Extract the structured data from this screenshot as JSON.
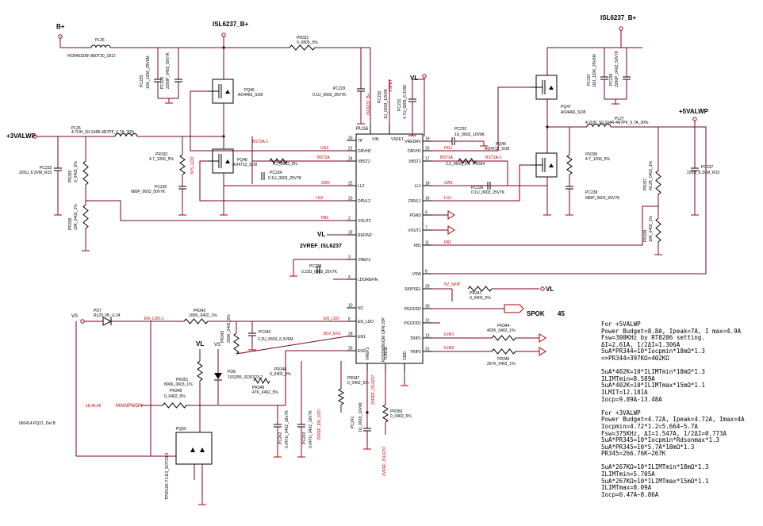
{
  "power_labels": {
    "b_plus": "B+",
    "isl_left": "ISL6237_B+",
    "isl_right": "ISL6237_B+",
    "v3valwp": "+3VALWP",
    "v5valwp": "+5VALWP",
    "vl_top": "VL",
    "vl_refin": "VL",
    "vl_right": "VL",
    "vl_bottom": "VL",
    "vs_left": "VS",
    "vs_mid": "VS",
    "spok": "SPOK",
    "spok_pin": "45",
    "vref_net": "2VREF_ISL6237",
    "mainpwon": "MAINPWON",
    "mainpwon_refs": "18,40,46",
    "date_code": "060414:PQ21 ,Del B"
  },
  "ic": {
    "ref": "PU16",
    "part": "RT8206BGQW QFN 32P",
    "left_pins": [
      {
        "num": "33",
        "name": "TP"
      },
      {
        "num": "21",
        "name": "DRVH2"
      },
      {
        "num": "24",
        "name": "VBST2"
      },
      {
        "num": "22",
        "name": "LL2"
      },
      {
        "num": "23",
        "name": "DRVL2"
      },
      {
        "num": "2",
        "name": "VOUT2"
      },
      {
        "num": "32",
        "name": "REFIN2"
      },
      {
        "num": "3",
        "name": "VREF2"
      },
      {
        "num": "4",
        "name": "LDOREFIN"
      },
      {
        "num": "10",
        "name": "NC"
      },
      {
        "num": "6",
        "name": "EN_LDO"
      },
      {
        "num": "28",
        "name": "EN1"
      },
      {
        "num": "26",
        "name": "EN2"
      }
    ],
    "right_pins": [
      {
        "num": "19",
        "name": "VREDRV"
      },
      {
        "num": "20",
        "name": "DRVH1"
      },
      {
        "num": "17",
        "name": "VBST1"
      },
      {
        "num": "18",
        "name": "LL1"
      },
      {
        "num": "16",
        "name": "DRVL1"
      },
      {
        "num": "9",
        "name": "PGND"
      },
      {
        "num": "7",
        "name": "VOUT1"
      },
      {
        "num": "11",
        "name": "FB1"
      },
      {
        "num": "8",
        "name": "VSW"
      },
      {
        "num": "29",
        "name": "SKIPSEL"
      },
      {
        "num": "30",
        "name": "PGOOD2"
      },
      {
        "num": "12",
        "name": "PGOOD1"
      },
      {
        "num": "13",
        "name": "TRIP1"
      },
      {
        "num": "31",
        "name": "TRIP2"
      }
    ],
    "top_pins": [
      {
        "num": "3",
        "name": "VIN"
      },
      {
        "num": "1",
        "name": "VSFET"
      }
    ],
    "bottom_pins": [
      {
        "num": "27",
        "name": "VREF3"
      },
      {
        "num": "14",
        "name": "TONSE"
      },
      {
        "num": "25",
        "name": "GND"
      }
    ]
  },
  "components": {
    "pl26_top": {
      "ref": "PL26",
      "value": "HCB4532KF-800T30_1812"
    },
    "pr331": {
      "ref": "PR331",
      "value": "0_0805_5%"
    },
    "pc225": {
      "ref": "PC225",
      "value": "10U_1206_25V6M"
    },
    "pc226": {
      "ref": "PC226",
      "value": "2200P_0402_50V7K"
    },
    "pq46": {
      "ref": "PQ46",
      "value": "AO4466_SO8"
    },
    "pc229": {
      "ref": "PC229",
      "value": "0.1U_0603_25V7K"
    },
    "pc230": {
      "ref": "PC230",
      "value": "1U_0603_10V6K"
    },
    "pl26_mid": {
      "ref": "PL26",
      "value": "4.7UH_SIL104R-4R7PF_5.7A_30%"
    },
    "pr332": {
      "ref": "PR332",
      "value": "4.7_1206_5%"
    },
    "pq48": {
      "ref": "PQ48",
      "value": "AO4712_SO8"
    },
    "pc234": {
      "ref": "PC234",
      "value": "0.1U_0603_25V7K"
    },
    "pr333": {
      "ref": "PR333",
      "value": "2.2_0603_5%"
    },
    "pc235": {
      "ref": "PC235",
      "value": "680P_0603_50V7K"
    },
    "pc233": {
      "ref": "PC233",
      "value": "220U_6.3VM_R15"
    },
    "pr335": {
      "ref": "PR335",
      "value": "0_0402_5%"
    },
    "pr338": {
      "ref": "PR338",
      "value": "10K_0402_1%"
    },
    "pc239": {
      "ref": "PC239",
      "value": "0.22U_0603_25V7K"
    },
    "pc231": {
      "ref": "PC231",
      "value": "4.7U_0805_6.3V6K"
    },
    "pc232": {
      "ref": "PC232",
      "value": "1U_0603_10V6K"
    },
    "pr334": {
      "ref": "PR334",
      "value": "2.2_0603_5%"
    },
    "pc236": {
      "ref": "PC236",
      "value": "0.1U_0603_25V7K"
    },
    "pq47": {
      "ref": "PQ47",
      "value": "AO4466_SO8"
    },
    "pq49": {
      "ref": "PQ49",
      "value": "AO4712_SO8"
    },
    "pc227": {
      "ref": "PC227",
      "value": "10U_1206_25V6M"
    },
    "pc228": {
      "ref": "PC228",
      "value": "2200P_0402_50V7K"
    },
    "pl27": {
      "ref": "PL27",
      "value": "4.7UH_SIL104R-4R7PF_5.7A_30%"
    },
    "pr336": {
      "ref": "PR336",
      "value": "4.7_1206_5%"
    },
    "pc238": {
      "ref": "PC238",
      "value": "680P_0603_50V7K"
    },
    "pr337": {
      "ref": "PR337",
      "value": "40.2K_0402_1%"
    },
    "pr339": {
      "ref": "PR339",
      "value": "10K_0402_1%"
    },
    "pc237": {
      "ref": "PC237",
      "value": "220U_6.3VM_R15"
    },
    "pr341": {
      "ref": "PR341",
      "value": "0_0402_5%"
    },
    "pr344": {
      "ref": "PR344",
      "value": "402K_0402_1%"
    },
    "pr345": {
      "ref": "PR345",
      "value": "267K_0402_1%"
    },
    "pd7": {
      "ref": "PD7",
      "value": "RLZ5.1B_LL34"
    },
    "pr342": {
      "ref": "PR342",
      "value": "100K_0402_1%"
    },
    "pr343": {
      "ref": "PR343",
      "value": "200K_0402_5%"
    },
    "pc240": {
      "ref": "PC240",
      "value": "2.2U_0603_6.3V6M"
    },
    "pr351": {
      "ref": "PR351",
      "value": "806K_0603_1%"
    },
    "pd8": {
      "ref": "PD8",
      "value": "1SS355_SOD323-2"
    },
    "pr348": {
      "ref": "PR348",
      "value": "0_0402_5%"
    },
    "pr346": {
      "ref": "PR346",
      "value": "0_0402_5%"
    },
    "pr349": {
      "ref": "PR349",
      "value": "47K_0402_5%"
    },
    "pr347": {
      "ref": "PR347",
      "value": "0_0402_5%"
    },
    "pc242": {
      "ref": "PC242",
      "value": "0.047U_0402_16V7K"
    },
    "pc243": {
      "ref": "PC243",
      "value": "0.047U_0402_16V7K"
    },
    "pc241": {
      "ref": "PC241",
      "value": "1U_0603_10V6K"
    },
    "pr350": {
      "ref": "PR350",
      "value": "0_0402_5%"
    },
    "pq50": {
      "ref": "PQ50",
      "value": "TP0610K-T1-E3_SOT23-3"
    }
  },
  "nets": {
    "ug2": "UG2",
    "bst2a1": "BST2A-1",
    "bst2a": "BST2A",
    "sw2": "SW2",
    "lg2": "LG2",
    "fb2": "FB2",
    "hg1": "HG1",
    "bst1a": "BST1A",
    "bst1a1": "BST1A-1",
    "sw1": "SW1",
    "lg1": "LG1",
    "fb1": "FB1",
    "ilim1": "ILIM1",
    "ilim2": "ILIM2",
    "en1": "3/5V_EN1",
    "en_ldo_left": "EN_LDO-1",
    "en_ldo": "EN_LDO",
    "v5skip": "5V_SKIP",
    "vin_net": "ISL6237_B+",
    "vsfet": "VSFET",
    "vref3": "2VREF_ISL6237",
    "ldo3v": "3VS_LDO",
    "en_ldo2": "2VREF_EN_LDO"
  },
  "notes": [
    "For +5VALWP",
    "Power Budget=8.8A, Ipeak=7A, I max=4.9A",
    "Fsw=300KHz by RT8206 setting.",
    "ΔI=2.61A, 1/2ΔI=1.306A",
    "5uA*PR344=10*Iocpmin*18mΩ*1.3",
    "=>PR344=397KΩ=402KΩ",
    "",
    "5uA*402K=10*ILIMTmin*18mΩ*1.3",
    "ILIMTmin=8.589A",
    "5uA*402K=10*ILIMTmax*15mΩ*1.1",
    "ILMIT=12.181A",
    "Iocp=9.89A-13.48A",
    "",
    "For +3VALWP",
    "Power Budget=4.72A, Ipeak=4.72A, Imax=4A",
    "Iocpmin=4.72*1.2=5.664~5.7A",
    "Fsw=375KHz, ΔI=1.547A, 1/2ΔI=0.773A",
    "5uA*PR345=10*Iocpmin*Rdsonmax*1.3",
    "5uA*PR345=10*5.7A*18mΩ*1.3",
    "PR345=266.76K~267K",
    "",
    "5uA*267KΩ=10*ILIMTmin*18mΩ*1.3",
    "ILIMTmin=5.705A",
    "5uA*267KΩ=10*ILIMTmax*15mΩ*1.1",
    "ILIMTmax=8.09A",
    "Iocp=6.47A~8.86A"
  ]
}
